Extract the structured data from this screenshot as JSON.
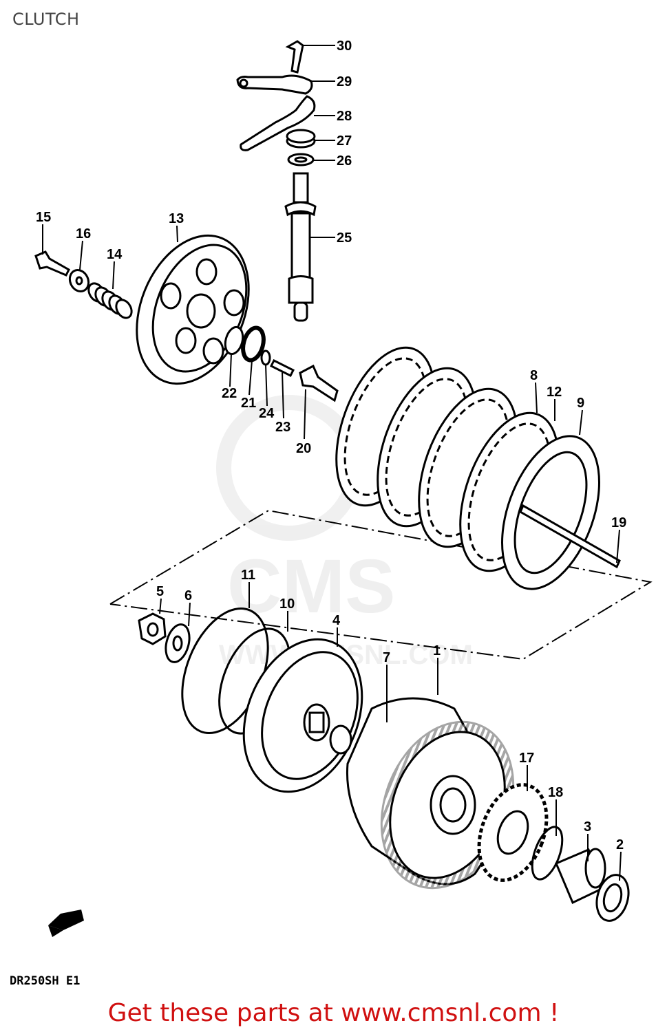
{
  "page": {
    "title": "CLUTCH",
    "model_code": "DR250SH E1",
    "footer_text": "Get these parts at www.cmsnl.com !",
    "footer_color": "#d01010"
  },
  "watermark": {
    "brand": "CMS",
    "url": "WWW.CMSNL.COM"
  },
  "callouts": [
    {
      "id": "30",
      "label": "30"
    },
    {
      "id": "29",
      "label": "29"
    },
    {
      "id": "28",
      "label": "28"
    },
    {
      "id": "27",
      "label": "27"
    },
    {
      "id": "26",
      "label": "26"
    },
    {
      "id": "25",
      "label": "25"
    },
    {
      "id": "15",
      "label": "15"
    },
    {
      "id": "16",
      "label": "16"
    },
    {
      "id": "14",
      "label": "14"
    },
    {
      "id": "13",
      "label": "13"
    },
    {
      "id": "22",
      "label": "22"
    },
    {
      "id": "21",
      "label": "21"
    },
    {
      "id": "24",
      "label": "24"
    },
    {
      "id": "23",
      "label": "23"
    },
    {
      "id": "20",
      "label": "20"
    },
    {
      "id": "8",
      "label": "8"
    },
    {
      "id": "12",
      "label": "12"
    },
    {
      "id": "9",
      "label": "9"
    },
    {
      "id": "19",
      "label": "19"
    },
    {
      "id": "11",
      "label": "11"
    },
    {
      "id": "5",
      "label": "5"
    },
    {
      "id": "6",
      "label": "6"
    },
    {
      "id": "10",
      "label": "10"
    },
    {
      "id": "4",
      "label": "4"
    },
    {
      "id": "7",
      "label": "7"
    },
    {
      "id": "1",
      "label": "1"
    },
    {
      "id": "17",
      "label": "17"
    },
    {
      "id": "18",
      "label": "18"
    },
    {
      "id": "3",
      "label": "3"
    },
    {
      "id": "2",
      "label": "2"
    }
  ]
}
